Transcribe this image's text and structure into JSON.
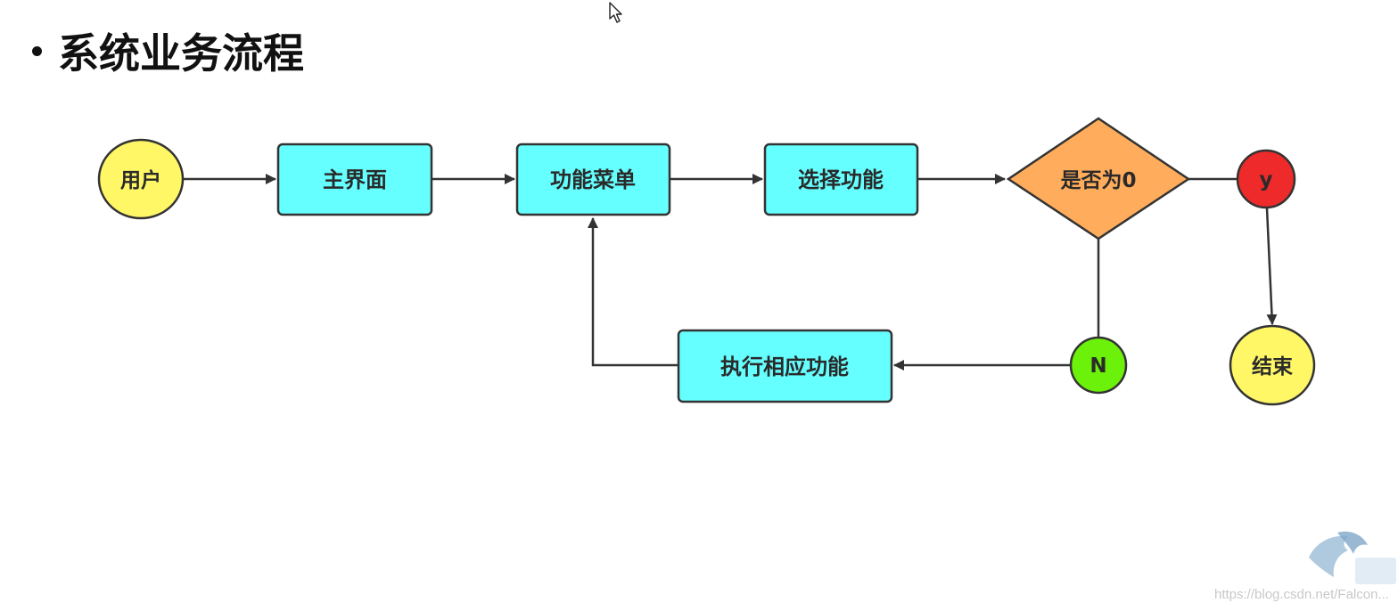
{
  "title": "系统业务流程",
  "nodes": {
    "user": "用户",
    "main": "主界面",
    "menu": "功能菜单",
    "select": "选择功能",
    "decision": "是否为0",
    "yes": "y",
    "no": "N",
    "execute": "执行相应功能",
    "end": "结束"
  },
  "colors": {
    "process": "#66ffff",
    "terminal": "#fff766",
    "decision": "#ffad5c",
    "yes": "#ee2a2a",
    "no": "#6cf10a",
    "stroke": "#333333"
  },
  "watermark": {
    "url": "https://blog.csdn.net/Falcon..."
  }
}
